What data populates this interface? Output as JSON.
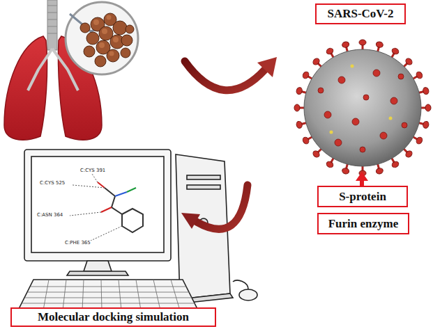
{
  "diagram": {
    "nodes": [
      {
        "text": [
          "SARS-CoV-2"
        ]
      },
      {
        "text": [
          "S-protein"
        ]
      },
      {
        "text": [
          "Furin enzyme"
        ]
      },
      {
        "text": [
          "Molecular docking simulation"
        ]
      }
    ],
    "labels": [
      "C:CYS 391",
      "C:CYS 525",
      "C:ASN 364",
      "C:PHE 365"
    ]
  }
}
